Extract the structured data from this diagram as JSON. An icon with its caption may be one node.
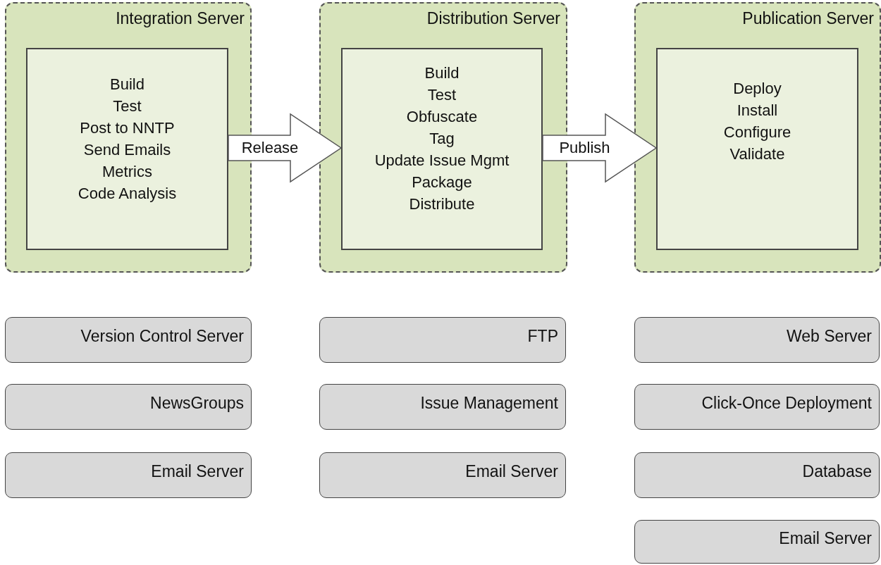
{
  "diagram": {
    "nodes": [
      {
        "text": [
          "Integration Server"
        ]
      },
      {
        "text": [
          "Build",
          "Test",
          "Post to NNTP",
          "Send Emails",
          "Metrics",
          "Code Analysis"
        ],
        "in": 0
      },
      {
        "text": [
          "Distribution Server"
        ]
      },
      {
        "text": [
          "Build",
          "Test",
          "Obfuscate",
          "Tag",
          "Update Issue Mgmt",
          "Package",
          "Distribute"
        ],
        "in": 2
      },
      {
        "text": [
          "Publication Server"
        ]
      },
      {
        "text": [
          "Deploy",
          "Install",
          "Configure",
          "Validate"
        ],
        "in": 4
      },
      {
        "text": [
          "Version Control Server"
        ]
      },
      {
        "text": [
          "FTP"
        ]
      },
      {
        "text": [
          "Web Server"
        ]
      },
      {
        "text": [
          "NewsGroups"
        ]
      },
      {
        "text": [
          "Issue Management"
        ]
      },
      {
        "text": [
          "Click-Once Deployment"
        ]
      },
      {
        "text": [
          "Email Server"
        ]
      },
      {
        "text": [
          "Email Server"
        ]
      },
      {
        "text": [
          "Database"
        ]
      },
      {
        "text": [
          "Email Server"
        ]
      }
    ],
    "edges": [
      {
        "from": 1,
        "to": 3,
        "arrow": "to",
        "label": "Release",
        "style": "thick"
      },
      {
        "from": 3,
        "to": 5,
        "arrow": "to",
        "label": "Publish",
        "style": "thick"
      }
    ]
  }
}
